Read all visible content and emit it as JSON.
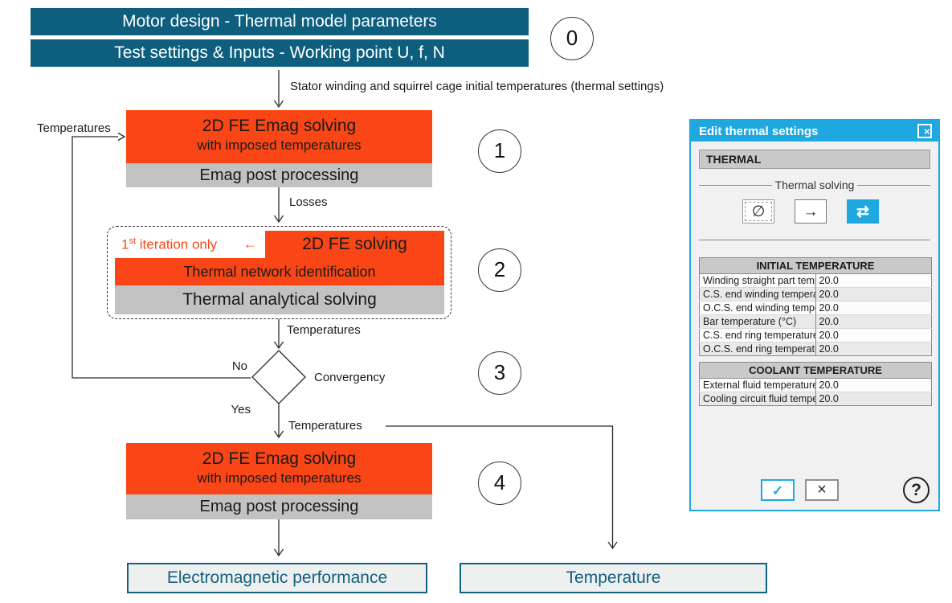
{
  "colors": {
    "banner_teal": "#0e5e7e",
    "step_orange": "#fa4616",
    "step_gray": "#c2c2c2",
    "dialog_accent": "#1fa8e0",
    "output_teal": "#12607f"
  },
  "flowchart": {
    "banner_top": "Motor design - Thermal model parameters",
    "banner_bottom": "Test settings & Inputs - Working point U, f, N",
    "badges": [
      "0",
      "1",
      "2",
      "3",
      "4"
    ],
    "labels": {
      "initial_temps": "Stator winding and squirrel cage initial temperatures (thermal settings)",
      "temperatures_loop": "Temperatures",
      "losses": "Losses",
      "temperatures_mid": "Temperatures",
      "no": "No",
      "convergency": "Convergency",
      "yes": "Yes",
      "temperatures_out": "Temperatures"
    },
    "step1": {
      "title": "2D FE Emag solving",
      "subtitle": "with imposed temperatures",
      "post": "Emag post processing"
    },
    "step2": {
      "first_iter_num": "1",
      "first_iter_sup": "st",
      "first_iter_rest": " iteration only",
      "first_iter_arrow": "←",
      "fe_solving": "2D FE solving",
      "network": "Thermal network identification",
      "analytical": "Thermal analytical solving"
    },
    "step4": {
      "title": "2D FE Emag solving",
      "subtitle": "with imposed temperatures",
      "post": "Emag post processing"
    },
    "outputs": {
      "electromagnetic": "Electromagnetic performance",
      "temperature": "Temperature"
    }
  },
  "dialog": {
    "title": "Edit thermal settings",
    "close_glyph": "×",
    "section": "THERMAL",
    "group_label": "Thermal solving",
    "solver_buttons": [
      {
        "icon": "∅",
        "selected": false
      },
      {
        "icon": "→",
        "selected": false
      },
      {
        "icon": "⇄",
        "selected": true
      }
    ],
    "initial_table": {
      "header": "INITIAL TEMPERATURE",
      "rows": [
        {
          "label": "Winding straight part temperature (°C)",
          "value": "20.0"
        },
        {
          "label": "C.S. end winding temperature (°C)",
          "value": "20.0"
        },
        {
          "label": "O.C.S. end winding temperature (°C)",
          "value": "20.0"
        },
        {
          "label": "Bar temperature (°C)",
          "value": "20.0"
        },
        {
          "label": "C.S. end ring temperature (°C)",
          "value": "20.0"
        },
        {
          "label": "O.C.S. end ring temperature (°C)",
          "value": "20.0"
        }
      ]
    },
    "coolant_table": {
      "header": "COOLANT TEMPERATURE",
      "rows": [
        {
          "label": "External fluid temperature (°C)",
          "value": "20.0"
        },
        {
          "label": "Cooling circuit fluid temperature (°C)",
          "value": "20.0"
        }
      ]
    },
    "footer": {
      "ok_glyph": "✓",
      "cancel_glyph": "×",
      "help_glyph": "?"
    }
  }
}
